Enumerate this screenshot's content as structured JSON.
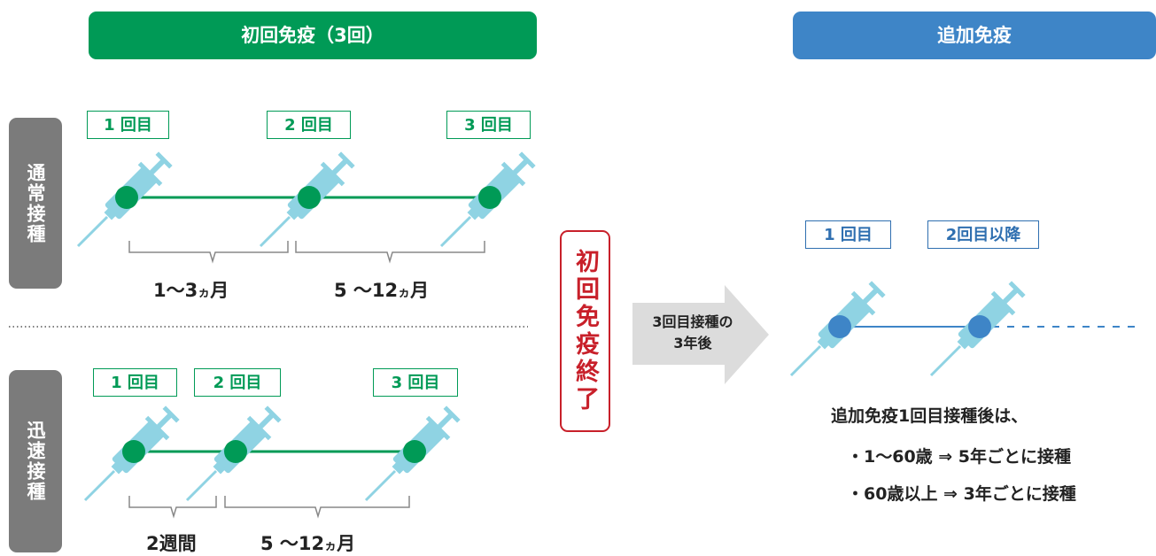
{
  "headers": {
    "primary": "初回免疫（3回）",
    "booster": "追加免疫"
  },
  "side_labels": {
    "normal": "通常接種",
    "rapid": "迅速接種"
  },
  "normal_schedule": {
    "doses": [
      "1 回目",
      "2 回目",
      "3 回目"
    ],
    "intervals": [
      {
        "main": "1～3",
        "small": "ヵ",
        "unit": "月"
      },
      {
        "main": "5 ～12",
        "small": "ヵ",
        "unit": "月"
      }
    ]
  },
  "rapid_schedule": {
    "doses": [
      "1 回目",
      "2 回目",
      "3 回目"
    ],
    "intervals": [
      {
        "main": "2週間",
        "small": "",
        "unit": ""
      },
      {
        "main": "5 ～12",
        "small": "ヵ",
        "unit": "月"
      }
    ]
  },
  "primary_end": "初回免疫終了",
  "transition": {
    "line1": "3回目接種の",
    "line2": "3年後"
  },
  "booster_schedule": {
    "doses": [
      "1 回目",
      "2回目以降"
    ]
  },
  "booster_note": {
    "title": "追加免疫1回目接種後は、",
    "items": [
      "・1～60歳 ⇒ 5年ごとに接種",
      "・60歳以上 ⇒ 3年ごとに接種"
    ]
  },
  "colors": {
    "primary_green": "#009a56",
    "booster_blue": "#3e85c7",
    "side_gray": "#7b7b7b",
    "end_red": "#c8202a",
    "syringe": "#8fd3e3",
    "arrow_gray": "#dcdcdc"
  },
  "icons": [
    "syringe-icon",
    "right-arrow-icon"
  ]
}
